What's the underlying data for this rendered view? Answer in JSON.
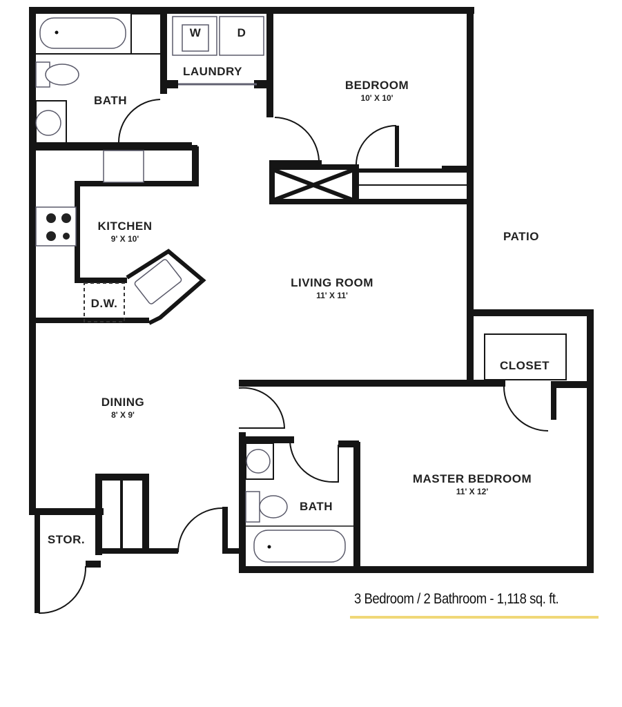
{
  "floorplan": {
    "summary": "3 Bedroom / 2 Bathroom - 1,118 sq. ft.",
    "accent_color": "#f0d878",
    "wall_color": "#151515",
    "rooms": {
      "bath1": {
        "name": "BATH"
      },
      "laundry": {
        "name": "LAUNDRY",
        "washer": "W",
        "dryer": "D"
      },
      "bedroom": {
        "name": "BEDROOM",
        "dim": "10' X 10'"
      },
      "kitchen": {
        "name": "KITCHEN",
        "dim": "9' X 10'",
        "dishwasher": "D.W."
      },
      "living": {
        "name": "LIVING ROOM",
        "dim": "11' X 11'"
      },
      "patio": {
        "name": "PATIO"
      },
      "closet": {
        "name": "CLOSET"
      },
      "dining": {
        "name": "DINING",
        "dim": "8' X 9'"
      },
      "master": {
        "name": "MASTER BEDROOM",
        "dim": "11' X 12'"
      },
      "bath2": {
        "name": "BATH"
      },
      "storage": {
        "name": "STOR."
      }
    }
  }
}
